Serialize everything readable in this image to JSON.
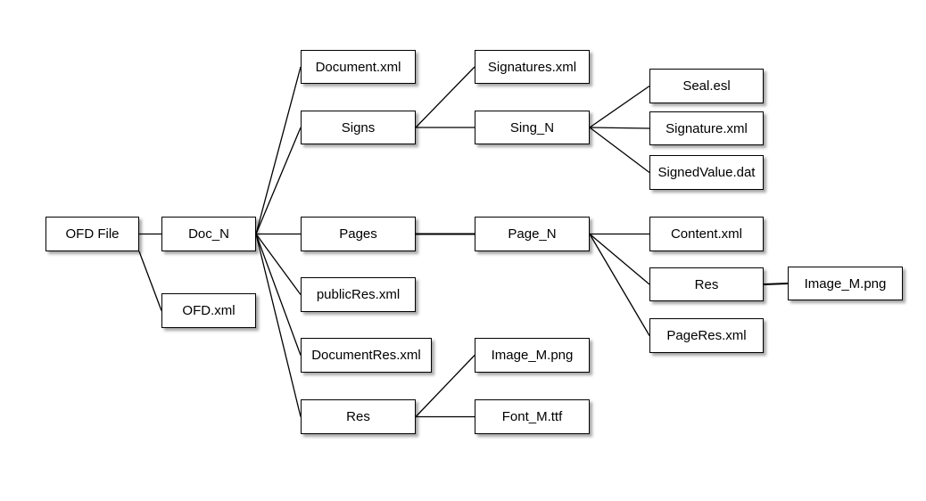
{
  "diagram": {
    "nodes": {
      "ofd_file": "OFD File",
      "doc_n": "Doc_N",
      "ofd_xml": "OFD.xml",
      "document_xml": "Document.xml",
      "signs": "Signs",
      "pages": "Pages",
      "public_res_xml": "publicRes.xml",
      "document_res_xml": "DocumentRes.xml",
      "res": "Res",
      "signatures_xml": "Signatures.xml",
      "sing_n": "Sing_N",
      "page_n": "Page_N",
      "res_image": "Image_M.png",
      "font": "Font_M.ttf",
      "seal_esl": "Seal.esl",
      "signature_xml": "Signature.xml",
      "signed_value_dat": "SignedValue.dat",
      "content_xml": "Content.xml",
      "page_res": "Res",
      "page_res_image": "Image_M.png",
      "page_res_xml": "PageRes.xml"
    },
    "edges": [
      [
        "ofd_file",
        "doc_n"
      ],
      [
        "ofd_file",
        "ofd_xml"
      ],
      [
        "doc_n",
        "document_xml"
      ],
      [
        "doc_n",
        "signs"
      ],
      [
        "doc_n",
        "pages"
      ],
      [
        "doc_n",
        "public_res_xml"
      ],
      [
        "doc_n",
        "document_res_xml"
      ],
      [
        "doc_n",
        "res"
      ],
      [
        "signs",
        "signatures_xml"
      ],
      [
        "signs",
        "sing_n"
      ],
      [
        "sing_n",
        "seal_esl"
      ],
      [
        "sing_n",
        "signature_xml"
      ],
      [
        "sing_n",
        "signed_value_dat"
      ],
      [
        "pages",
        "page_n"
      ],
      [
        "page_n",
        "content_xml"
      ],
      [
        "page_n",
        "page_res"
      ],
      [
        "page_n",
        "page_res_xml"
      ],
      [
        "page_res",
        "page_res_image"
      ],
      [
        "res",
        "res_image"
      ],
      [
        "res",
        "font"
      ]
    ]
  },
  "colors": {
    "line": "#000000",
    "box_border": "#000000",
    "box_fill": "#ffffff"
  }
}
